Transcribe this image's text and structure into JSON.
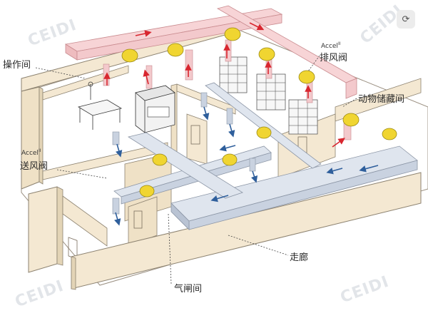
{
  "labels": {
    "operating_room": "操作间",
    "exhaust_valve": "排风阀",
    "animal_storage": "动物储藏间",
    "supply_valve": "送风阀",
    "corridor": "走廊",
    "airlock": "气闸间"
  },
  "brand": {
    "accel_exhaust": "Accel",
    "accel_exhaust_sup": "II",
    "accel_supply": "Accel",
    "accel_supply_sup": "II",
    "watermark": "CEIDI"
  },
  "colors": {
    "supply_duct": "#c9d2e0",
    "exhaust_duct": "#f3c9cc",
    "damper": "#f0d531",
    "wall": "#f4e8d2",
    "floor": "#ffffff",
    "arrow_supply": "#2f5f9c",
    "arrow_exhaust": "#d8262f"
  },
  "icons": {
    "top_button": "scan-translate-icon"
  }
}
